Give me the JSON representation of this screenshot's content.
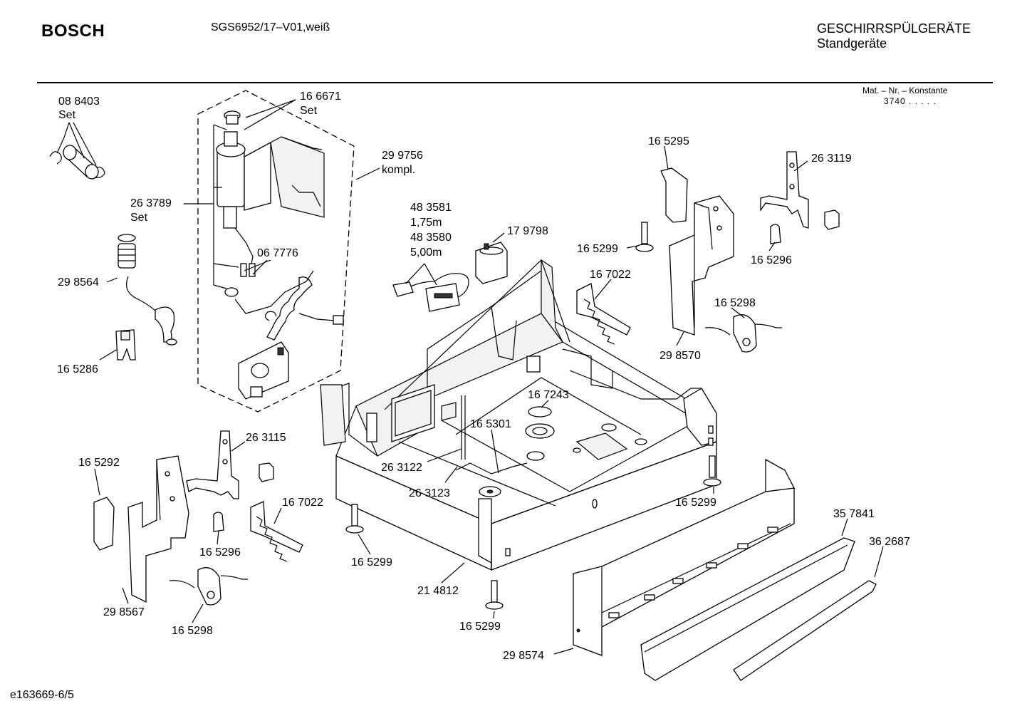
{
  "header": {
    "brand": "BOSCH",
    "model": "SGS6952/17–V01,weiß",
    "category_line1": "GESCHIRRSPÜLGERÄTE",
    "category_line2": "Standgeräte"
  },
  "mat": {
    "label": "Mat. – Nr. – Konstante",
    "value": "3740  .   .   .   .   ."
  },
  "footer": {
    "code": "e163669-6/5"
  },
  "callouts": {
    "c088403": "08 8403",
    "c088403_set": "Set",
    "c166671": "16 6671",
    "c166671_set": "Set",
    "c299756": "29 9756",
    "c299756_kompl": "kompl.",
    "c263789": "26 3789",
    "c263789_set": "Set",
    "c298564": "29 8564",
    "c067776": "06 7776",
    "c165286": "16 5286",
    "c483581": "48 3581",
    "c483581_len": "1,75m",
    "c483580": "48 3580",
    "c483580_len": "5,00m",
    "c179798": "17 9798",
    "c165295": "16 5295",
    "c263119": "26 3119",
    "c165299_a": "16 5299",
    "c167022_a": "16 7022",
    "c165296_a": "16 5296",
    "c165298_a": "16 5298",
    "c298570": "29 8570",
    "c167243": "16 7243",
    "c165301": "16 5301",
    "c263115": "26 3115",
    "c165292": "16 5292",
    "c263122": "26 3122",
    "c263123": "26 3123",
    "c167022_b": "16 7022",
    "c165296_b": "16 5296",
    "c165299_b": "16 5299",
    "c165299_c": "16 5299",
    "c357841": "35 7841",
    "c362687": "36 2687",
    "c214812": "21 4812",
    "c298567": "29 8567",
    "c165298_b": "16 5298",
    "c165299_d": "16 5299",
    "c298574": "29 8574"
  }
}
